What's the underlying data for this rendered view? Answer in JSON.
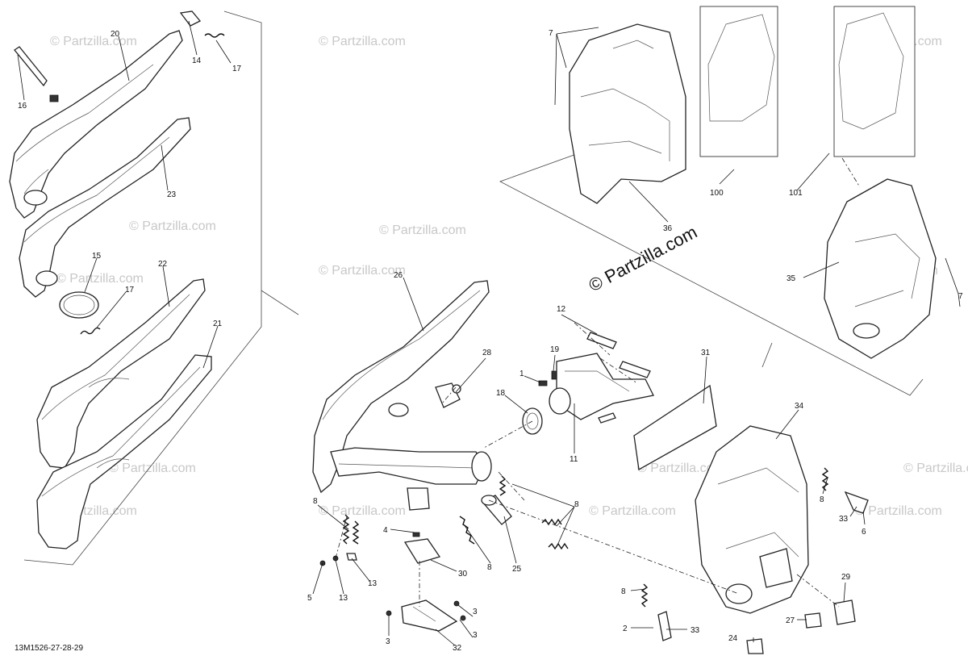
{
  "diagram": {
    "reference_code": "13M1526-27-28-29",
    "watermark": "© Partzilla.com",
    "center_watermark": "© Partzilla.com"
  },
  "callouts": [
    {
      "id": "c20",
      "label": "20"
    },
    {
      "id": "c14",
      "label": "14"
    },
    {
      "id": "c17a",
      "label": "17"
    },
    {
      "id": "c16",
      "label": "16"
    },
    {
      "id": "c23",
      "label": "23"
    },
    {
      "id": "c15",
      "label": "15"
    },
    {
      "id": "c17b",
      "label": "17"
    },
    {
      "id": "c22",
      "label": "22"
    },
    {
      "id": "c21",
      "label": "21"
    },
    {
      "id": "c26",
      "label": "26"
    },
    {
      "id": "c12",
      "label": "12"
    },
    {
      "id": "c28",
      "label": "28"
    },
    {
      "id": "c19",
      "label": "19"
    },
    {
      "id": "c1",
      "label": "1"
    },
    {
      "id": "c18",
      "label": "18"
    },
    {
      "id": "c11",
      "label": "11"
    },
    {
      "id": "c31",
      "label": "31"
    },
    {
      "id": "c34",
      "label": "34"
    },
    {
      "id": "c8a",
      "label": "8"
    },
    {
      "id": "c4",
      "label": "4"
    },
    {
      "id": "c30",
      "label": "30"
    },
    {
      "id": "c5",
      "label": "5"
    },
    {
      "id": "c13a",
      "label": "13"
    },
    {
      "id": "c13b",
      "label": "13"
    },
    {
      "id": "c8b",
      "label": "8"
    },
    {
      "id": "c25",
      "label": "25"
    },
    {
      "id": "c8c",
      "label": "8"
    },
    {
      "id": "c3a",
      "label": "3"
    },
    {
      "id": "c3b",
      "label": "3"
    },
    {
      "id": "c3c",
      "label": "3"
    },
    {
      "id": "c32",
      "label": "32"
    },
    {
      "id": "c8d",
      "label": "8"
    },
    {
      "id": "c2",
      "label": "2"
    },
    {
      "id": "c33a",
      "label": "33"
    },
    {
      "id": "c24",
      "label": "24"
    },
    {
      "id": "c27",
      "label": "27"
    },
    {
      "id": "c29",
      "label": "29"
    },
    {
      "id": "c8e",
      "label": "8"
    },
    {
      "id": "c33b",
      "label": "33"
    },
    {
      "id": "c6",
      "label": "6"
    },
    {
      "id": "c7a",
      "label": "7"
    },
    {
      "id": "c36",
      "label": "36"
    },
    {
      "id": "c100",
      "label": "100"
    },
    {
      "id": "c101",
      "label": "101"
    },
    {
      "id": "c35",
      "label": "35"
    },
    {
      "id": "c7b",
      "label": "7"
    }
  ]
}
